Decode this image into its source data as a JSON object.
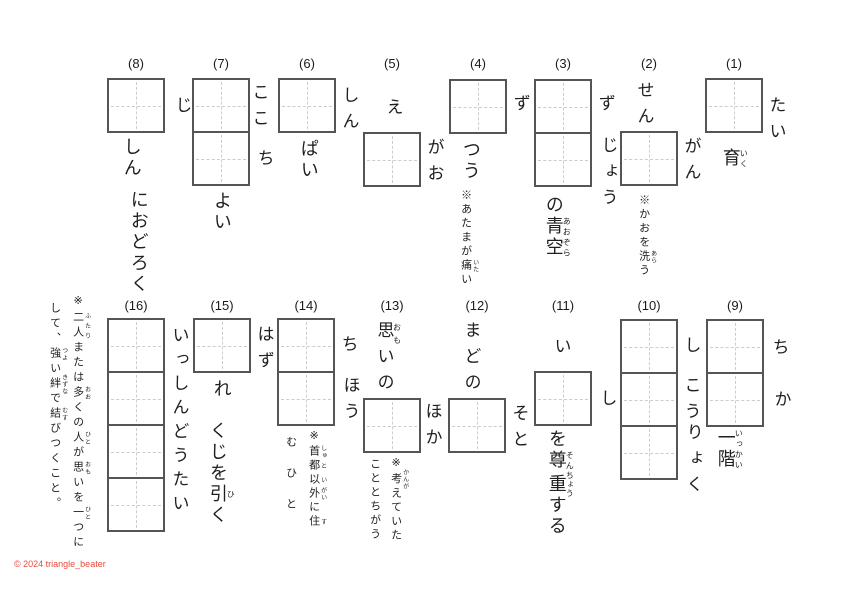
{
  "page": {
    "type": "kanji-writing-worksheet",
    "copyright": "© 2024 triangle_beater"
  },
  "colors": {
    "text": "#1f1f1f",
    "box_border": "#555555",
    "box_guide": "#cccccc",
    "copyright": "#e84b3c"
  },
  "problems": [
    {
      "num": "(1)",
      "boxes": 1,
      "readings": [
        "たい"
      ],
      "post": [
        {
          "b": "育",
          "r": "いく"
        }
      ]
    },
    {
      "num": "(2)",
      "boxes": 1,
      "pre": [
        {
          "t": "せん"
        }
      ],
      "readings": [
        "がん"
      ],
      "note1": [
        {
          "t": "※かおを"
        },
        {
          "b": "洗",
          "r": "あら"
        },
        {
          "t": "う"
        }
      ]
    },
    {
      "num": "(3)",
      "boxes": 2,
      "readings": [
        "ず",
        "じょう"
      ],
      "post": [
        {
          "t": "の"
        },
        {
          "b": "青",
          "r": "あお"
        },
        {
          "b": "空",
          "r": "ぞら"
        }
      ]
    },
    {
      "num": "(4)",
      "boxes": 1,
      "readings": [
        "ず"
      ],
      "post": [
        {
          "t": "つう"
        }
      ],
      "note1": [
        {
          "t": "※あたまが"
        },
        {
          "b": "痛",
          "r": "いた"
        },
        {
          "t": "い"
        }
      ]
    },
    {
      "num": "(5)",
      "boxes": 1,
      "pre": [
        {
          "t": "え"
        }
      ],
      "readings": [
        "がお"
      ]
    },
    {
      "num": "(6)",
      "boxes": 1,
      "readings": [
        "しん"
      ],
      "post": [
        {
          "t": "ぱい"
        }
      ]
    },
    {
      "num": "(7)",
      "boxes": 2,
      "readings": [
        "ここ",
        "ち"
      ],
      "post": [
        {
          "t": "よい"
        }
      ]
    },
    {
      "num": "(8)",
      "boxes": 1,
      "readings": [
        "じ"
      ],
      "post": [
        {
          "t": "しん"
        }
      ],
      "tail": [
        {
          "t": "におどろく"
        }
      ]
    },
    {
      "num": "(9)",
      "boxes": 2,
      "readings": [
        "ち",
        "か"
      ],
      "post": [
        {
          "b": "一",
          "r": "いっ"
        },
        {
          "b": "階",
          "r": "かい"
        }
      ]
    },
    {
      "num": "(10)",
      "boxes": 3,
      "readings": [
        "し",
        "こう",
        "りょく"
      ]
    },
    {
      "num": "(11)",
      "boxes": 1,
      "pre": [
        {
          "t": "い"
        }
      ],
      "readings": [
        "し"
      ],
      "post": [
        {
          "t": "を"
        },
        {
          "b": "尊",
          "r": "そん"
        },
        {
          "b": "重",
          "r": "ちょう"
        },
        {
          "t": "する"
        }
      ]
    },
    {
      "num": "(12)",
      "boxes": 1,
      "pre": [
        {
          "t": "まどの"
        }
      ],
      "readings": [
        "そと"
      ]
    },
    {
      "num": "(13)",
      "boxes": 1,
      "pre": [
        {
          "b": "思",
          "r": "おも"
        },
        {
          "t": "いの"
        }
      ],
      "readings": [
        "ほか"
      ],
      "note1": [
        {
          "t": "※"
        },
        {
          "b": "考",
          "r": "かんが"
        },
        {
          "t": "えていた"
        }
      ],
      "note2": [
        {
          "t": "こととちがう"
        }
      ]
    },
    {
      "num": "(14)",
      "boxes": 2,
      "readings": [
        "ち",
        "ほう"
      ],
      "note1": [
        {
          "t": "※"
        },
        {
          "b": "首",
          "r": "しゅ"
        },
        {
          "b": "都",
          "r": "と"
        },
        {
          "b": "以",
          "r": "い"
        },
        {
          "b": "外",
          "r": "がい"
        },
        {
          "t": "に"
        },
        {
          "b": "住",
          "r": "す"
        }
      ],
      "note2": [
        {
          "t": "むひと"
        }
      ]
    },
    {
      "num": "(15)",
      "boxes": 1,
      "readings": [
        "はず"
      ],
      "post": [
        {
          "t": "れ"
        }
      ],
      "tail": [
        {
          "t": "くじを"
        },
        {
          "b": "引",
          "r": "ひ"
        },
        {
          "t": "く"
        }
      ]
    },
    {
      "num": "(16)",
      "boxes": 4,
      "readings": [
        "いっしんどうたい"
      ],
      "note1": [
        {
          "t": "※"
        },
        {
          "b": "二人",
          "r": "ふたり"
        },
        {
          "t": "または"
        },
        {
          "b": "多",
          "r": "おお"
        },
        {
          "t": "くの"
        },
        {
          "b": "人",
          "r": "ひと"
        },
        {
          "t": "が"
        },
        {
          "b": "思",
          "r": "おも"
        },
        {
          "t": "いを"
        },
        {
          "b": "一",
          "r": "ひと"
        },
        {
          "t": "つに"
        }
      ],
      "note2": [
        {
          "t": "して、"
        },
        {
          "b": "強",
          "r": "つよ"
        },
        {
          "t": "い"
        },
        {
          "b": "絆",
          "r": "きずな"
        },
        {
          "t": "で"
        },
        {
          "b": "結",
          "r": "むす"
        },
        {
          "t": "びつくこと。"
        }
      ]
    }
  ]
}
